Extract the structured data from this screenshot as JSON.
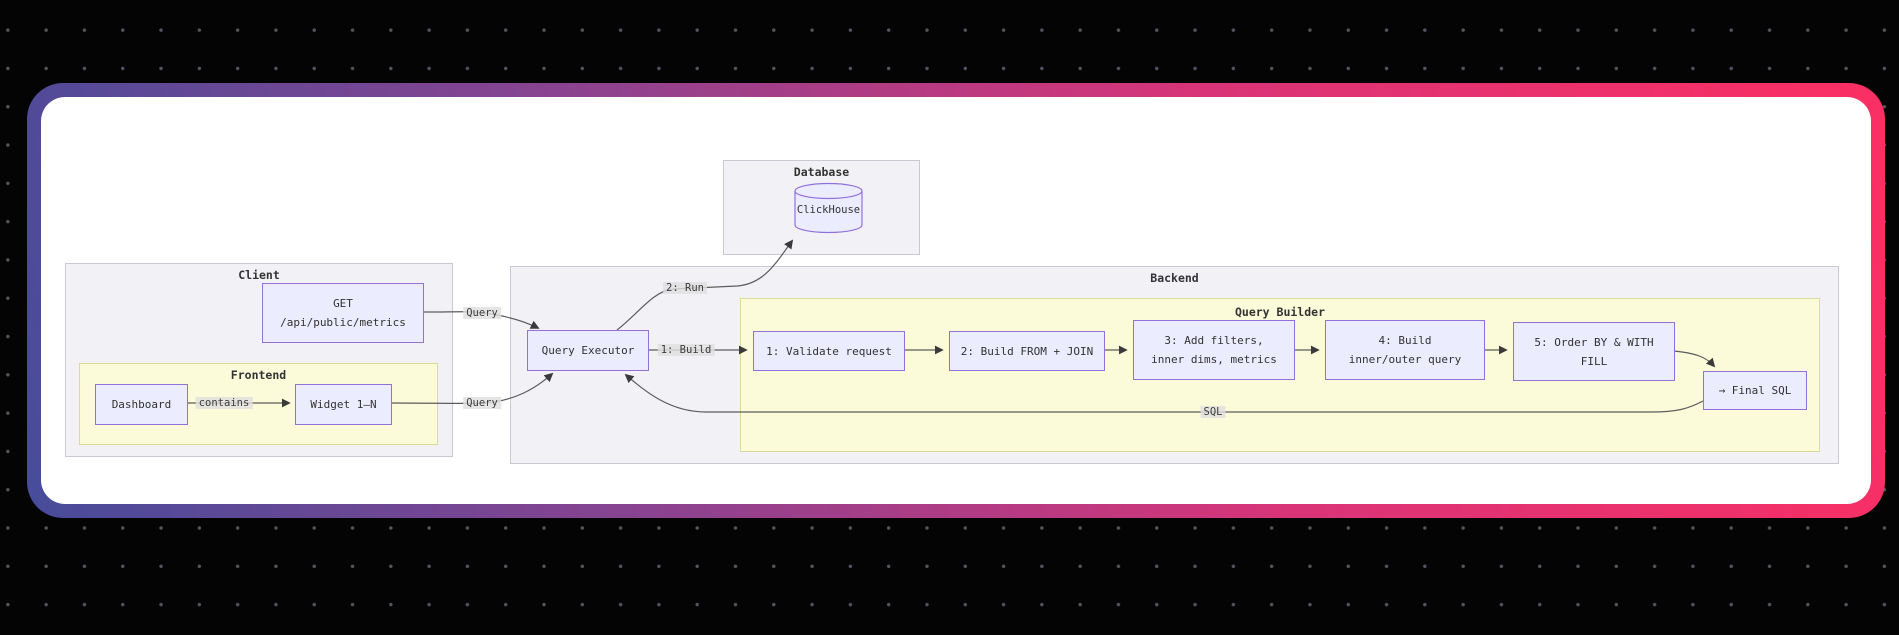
{
  "canvas": {
    "background_color": "#040404",
    "dot_color": "#53535c"
  },
  "card": {
    "gradient_start": "#474c9a",
    "gradient_end": "#fb2f63",
    "inner_color": "#ffffff"
  },
  "diagram": {
    "colors": {
      "node_fill": "#ececff",
      "node_border": "#9370db",
      "cluster_fill": "#f2f2f6",
      "cluster_border": "#c9c9d4",
      "alt_cluster_fill": "#fbfbd9",
      "alt_cluster_border": "#dcdc96",
      "edge_color": "#5c5c5c"
    },
    "clusters": {
      "database": {
        "label": "Database"
      },
      "client": {
        "label": "Client"
      },
      "frontend": {
        "label": "Frontend"
      },
      "backend": {
        "label": "Backend"
      },
      "query_builder": {
        "label": "Query Builder"
      }
    },
    "nodes": {
      "clickhouse": {
        "label": "ClickHouse"
      },
      "get_endpoint": {
        "line1": "GET",
        "line2": "/api/public/metrics"
      },
      "dashboard": {
        "label": "Dashboard"
      },
      "widget": {
        "label": "Widget 1–N"
      },
      "query_executor": {
        "label": "Query Executor"
      },
      "step1": {
        "line1": "1: Validate request"
      },
      "step2": {
        "line1": "2: Build FROM + JOIN"
      },
      "step3": {
        "line1": "3: Add filters,",
        "line2": "inner dims, metrics"
      },
      "step4": {
        "line1": "4: Build",
        "line2": "inner/outer query"
      },
      "step5": {
        "line1": "5: Order BY & WITH",
        "line2": "FILL"
      },
      "final_sql": {
        "label": "→ Final SQL"
      }
    },
    "edge_labels": {
      "query_from_get": "Query",
      "query_from_widget": "Query",
      "contains": "contains",
      "run": "2: Run",
      "build": "1: Build",
      "sql": "SQL"
    }
  }
}
